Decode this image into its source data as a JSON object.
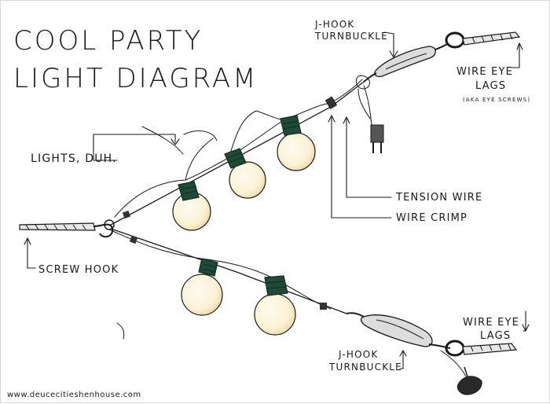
{
  "title": {
    "line1": "COOL PARTY",
    "line2": "LIGHT DIAGRAM"
  },
  "labels": {
    "jhook_top_line1": "J-HOOK",
    "jhook_top_line2": "TURNBUCKLE",
    "wire_eye_top_line1": "WIRE EYE",
    "wire_eye_top_line2": "LAGS",
    "wire_eye_top_note": "(AKA EYE SCREWS)",
    "lights": "LIGHTS, DUH.",
    "tension_wire": "TENSION WIRE",
    "wire_crimp": "WIRE CRIMP",
    "screw_hook": "SCREW HOOK",
    "wire_eye_bottom_line1": "WIRE EYE",
    "wire_eye_bottom_line2": "LAGS",
    "jhook_bottom_line1": "J-HOOK",
    "jhook_bottom_line2": "TURNBUCKLE",
    "website": "www.deucecitieshenhouse.com"
  },
  "colors": {
    "ink": "#1a1a1a",
    "bulb_fill": "#fbf2d4",
    "bulb_glow": "#f3dfa6",
    "socket": "#1f4a37",
    "socket_dark": "#0f2e21",
    "metal": "#cfcfcf"
  }
}
